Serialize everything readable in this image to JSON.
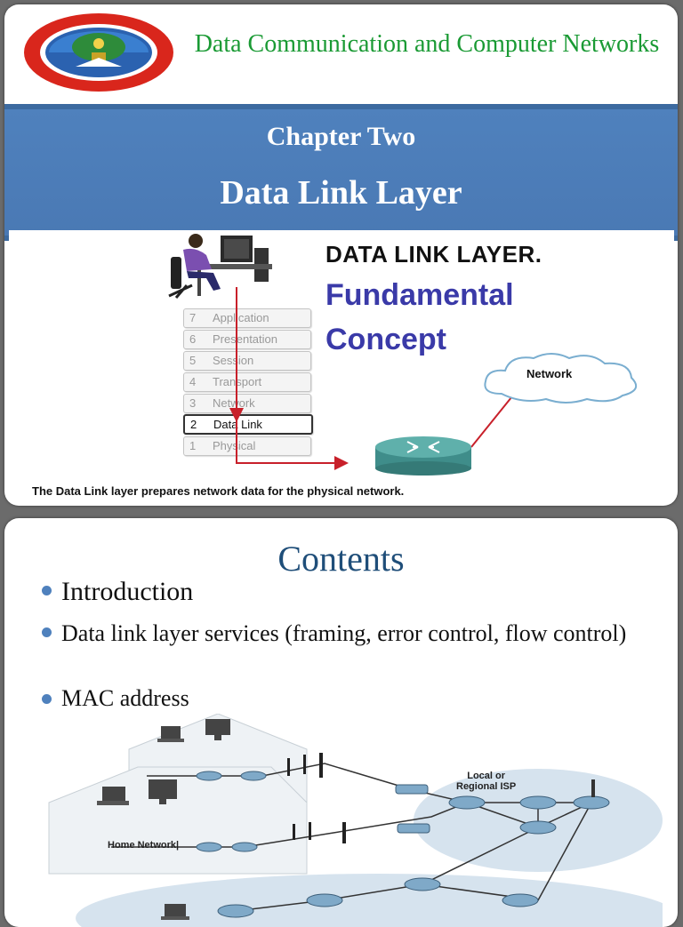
{
  "slide1": {
    "course_title": "Data Communication and Computer Networks",
    "chapter": "Chapter Two",
    "chapter_title": "Data Link Layer",
    "figure": {
      "heading": "DATA LINK LAYER.",
      "subheading_1": "Fundamental",
      "subheading_2": "Concept",
      "osi_layers": [
        {
          "num": "7",
          "name": "Application"
        },
        {
          "num": "6",
          "name": "Presentation"
        },
        {
          "num": "5",
          "name": "Session"
        },
        {
          "num": "4",
          "name": "Transport"
        },
        {
          "num": "3",
          "name": "Network"
        },
        {
          "num": "2",
          "name": "Data Link"
        },
        {
          "num": "1",
          "name": "Physical"
        }
      ],
      "active_layer": "Data Link",
      "cloud_label": "Network",
      "caption": "The Data Link layer prepares network data for the physical network."
    }
  },
  "slide2": {
    "title": "Contents",
    "bullets": [
      "Introduction",
      "Data link layer services (framing, error control, flow control)",
      "MAC address"
    ],
    "diagram": {
      "isp_label_1": "Local or",
      "isp_label_2": "Regional ISP",
      "home_label": "Home Network|"
    }
  },
  "colors": {
    "band": "#4f81bd",
    "title_green": "#1a9a34",
    "contents_blue": "#1f4e79",
    "bullet": "#4f81bd",
    "fig_blue": "#3a3aa8"
  },
  "icons": [
    "university-logo",
    "person-at-computer-icon",
    "router-icon",
    "cloud-icon",
    "laptop-icon",
    "desktop-icon"
  ]
}
